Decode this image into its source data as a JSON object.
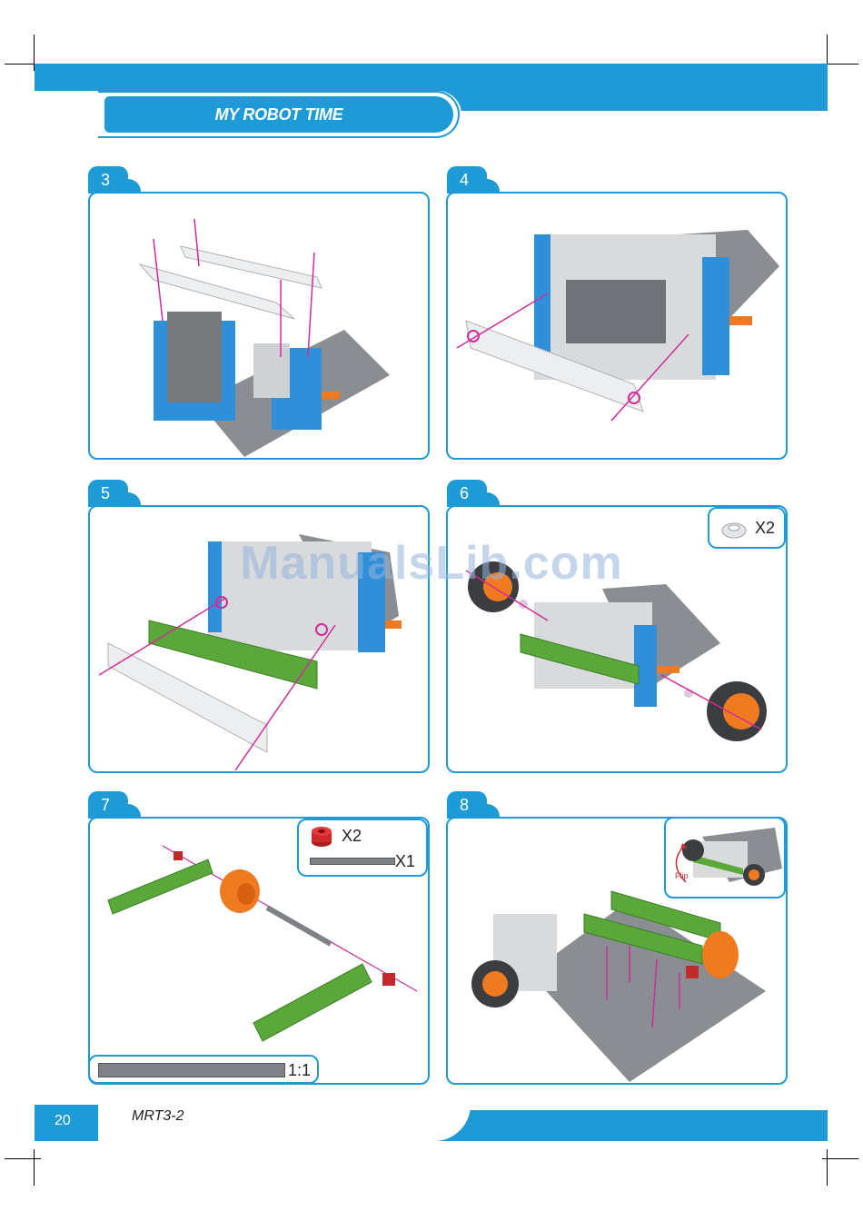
{
  "header": {
    "title": "MY ROBOT TIME"
  },
  "steps": [
    {
      "number": "3"
    },
    {
      "number": "4"
    },
    {
      "number": "5"
    },
    {
      "number": "6",
      "parts": [
        {
          "icon": "washer-icon",
          "qty": "X2"
        }
      ]
    },
    {
      "number": "7",
      "parts": [
        {
          "icon": "red-bushing-icon",
          "qty": "X2"
        },
        {
          "icon": "axle-rod-icon",
          "qty": "X1"
        }
      ],
      "scale_label": "1:1"
    },
    {
      "number": "8",
      "inset_label": "Flip"
    }
  ],
  "footer": {
    "page_number": "20",
    "model_code": "MRT3-2"
  },
  "watermark": "ManualsLib.com",
  "colors": {
    "accent": "#1e9ad6",
    "blue_part": "#2f8fd8",
    "green_part": "#5aa83a",
    "orange_part": "#f07a20",
    "grey_plate": "#8a8d91",
    "magenta_guide": "#d12c9a"
  }
}
